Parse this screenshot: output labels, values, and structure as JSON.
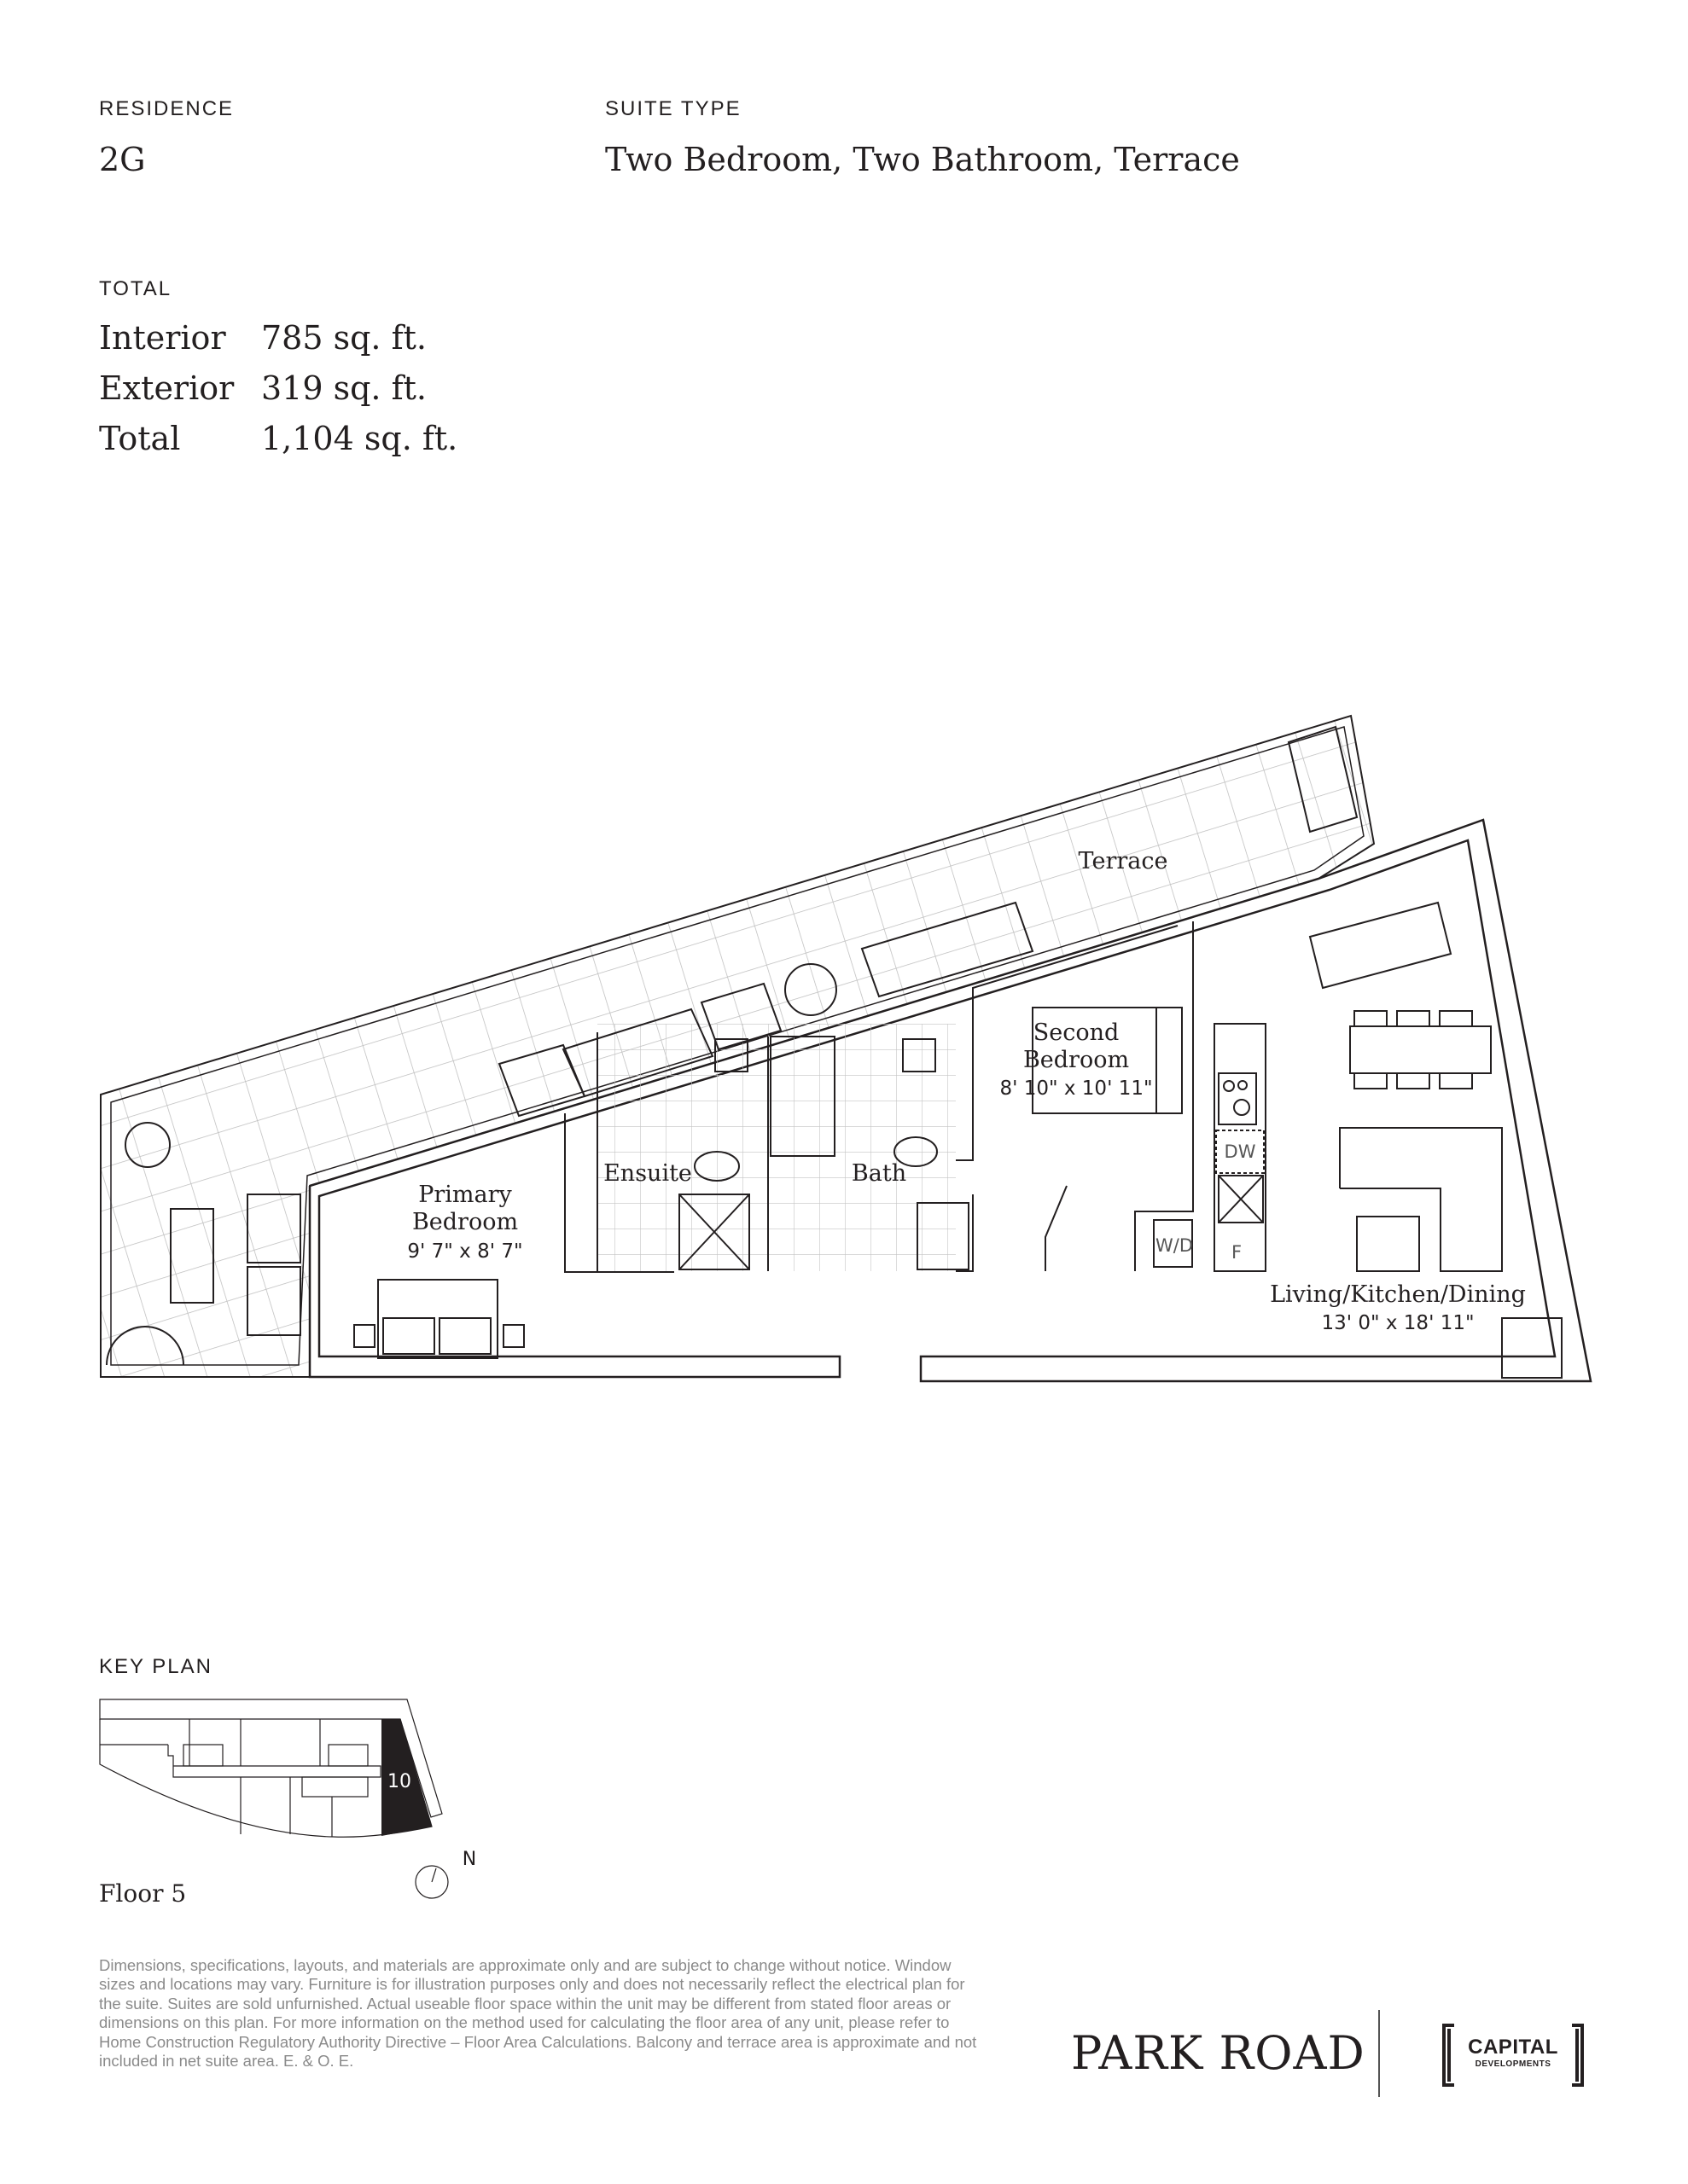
{
  "header": {
    "residence_label": "RESIDENCE",
    "residence_value": "2G",
    "suite_type_label": "SUITE TYPE",
    "suite_type_value": "Two Bedroom, Two Bathroom, Terrace"
  },
  "areas": {
    "section_label": "TOTAL",
    "rows": [
      {
        "label": "Interior",
        "value": "785 sq. ft."
      },
      {
        "label": "Exterior",
        "value": "319 sq. ft."
      },
      {
        "label": "Total",
        "value": "1,104 sq. ft."
      }
    ]
  },
  "floor_plan": {
    "terrace": "Terrace",
    "primary_bedroom": {
      "line1": "Primary",
      "line2": "Bedroom",
      "dims": "9' 7\" x 8' 7\""
    },
    "ensuite": "Ensuite",
    "bath": "Bath",
    "second_bedroom": {
      "line1": "Second",
      "line2": "Bedroom",
      "dims": "8' 10\" x 10' 11\""
    },
    "living": {
      "name": "Living/Kitchen/Dining",
      "dims": "13' 0\" x 18' 11\""
    },
    "appliances": {
      "dishwasher": "DW",
      "washer_dryer": "W/D",
      "fridge": "F"
    }
  },
  "key_plan": {
    "label": "KEY PLAN",
    "unit_number": "10",
    "floor": "Floor 5",
    "north": "N"
  },
  "footer": {
    "disclaimer": "Dimensions, specifications, layouts, and materials are approximate only and are subject to change without notice. Window sizes and locations may vary. Furniture is for illustration purposes only and does not necessarily reflect the electrical plan for the suite. Suites are sold unfurnished. Actual useable floor space within the unit may be different from stated floor areas or dimensions on this plan. For more information on the method used for calculating the floor area of any unit, please refer to Home Construction Regulatory Authority Directive – Floor Area Calculations. Balcony and terrace area is approximate and not included in net suite area. E. & O. E.",
    "project_logo": "PARK ROAD",
    "developer_logo": {
      "word": "CAPITAL",
      "sub": "DEVELOPMENTS"
    }
  }
}
